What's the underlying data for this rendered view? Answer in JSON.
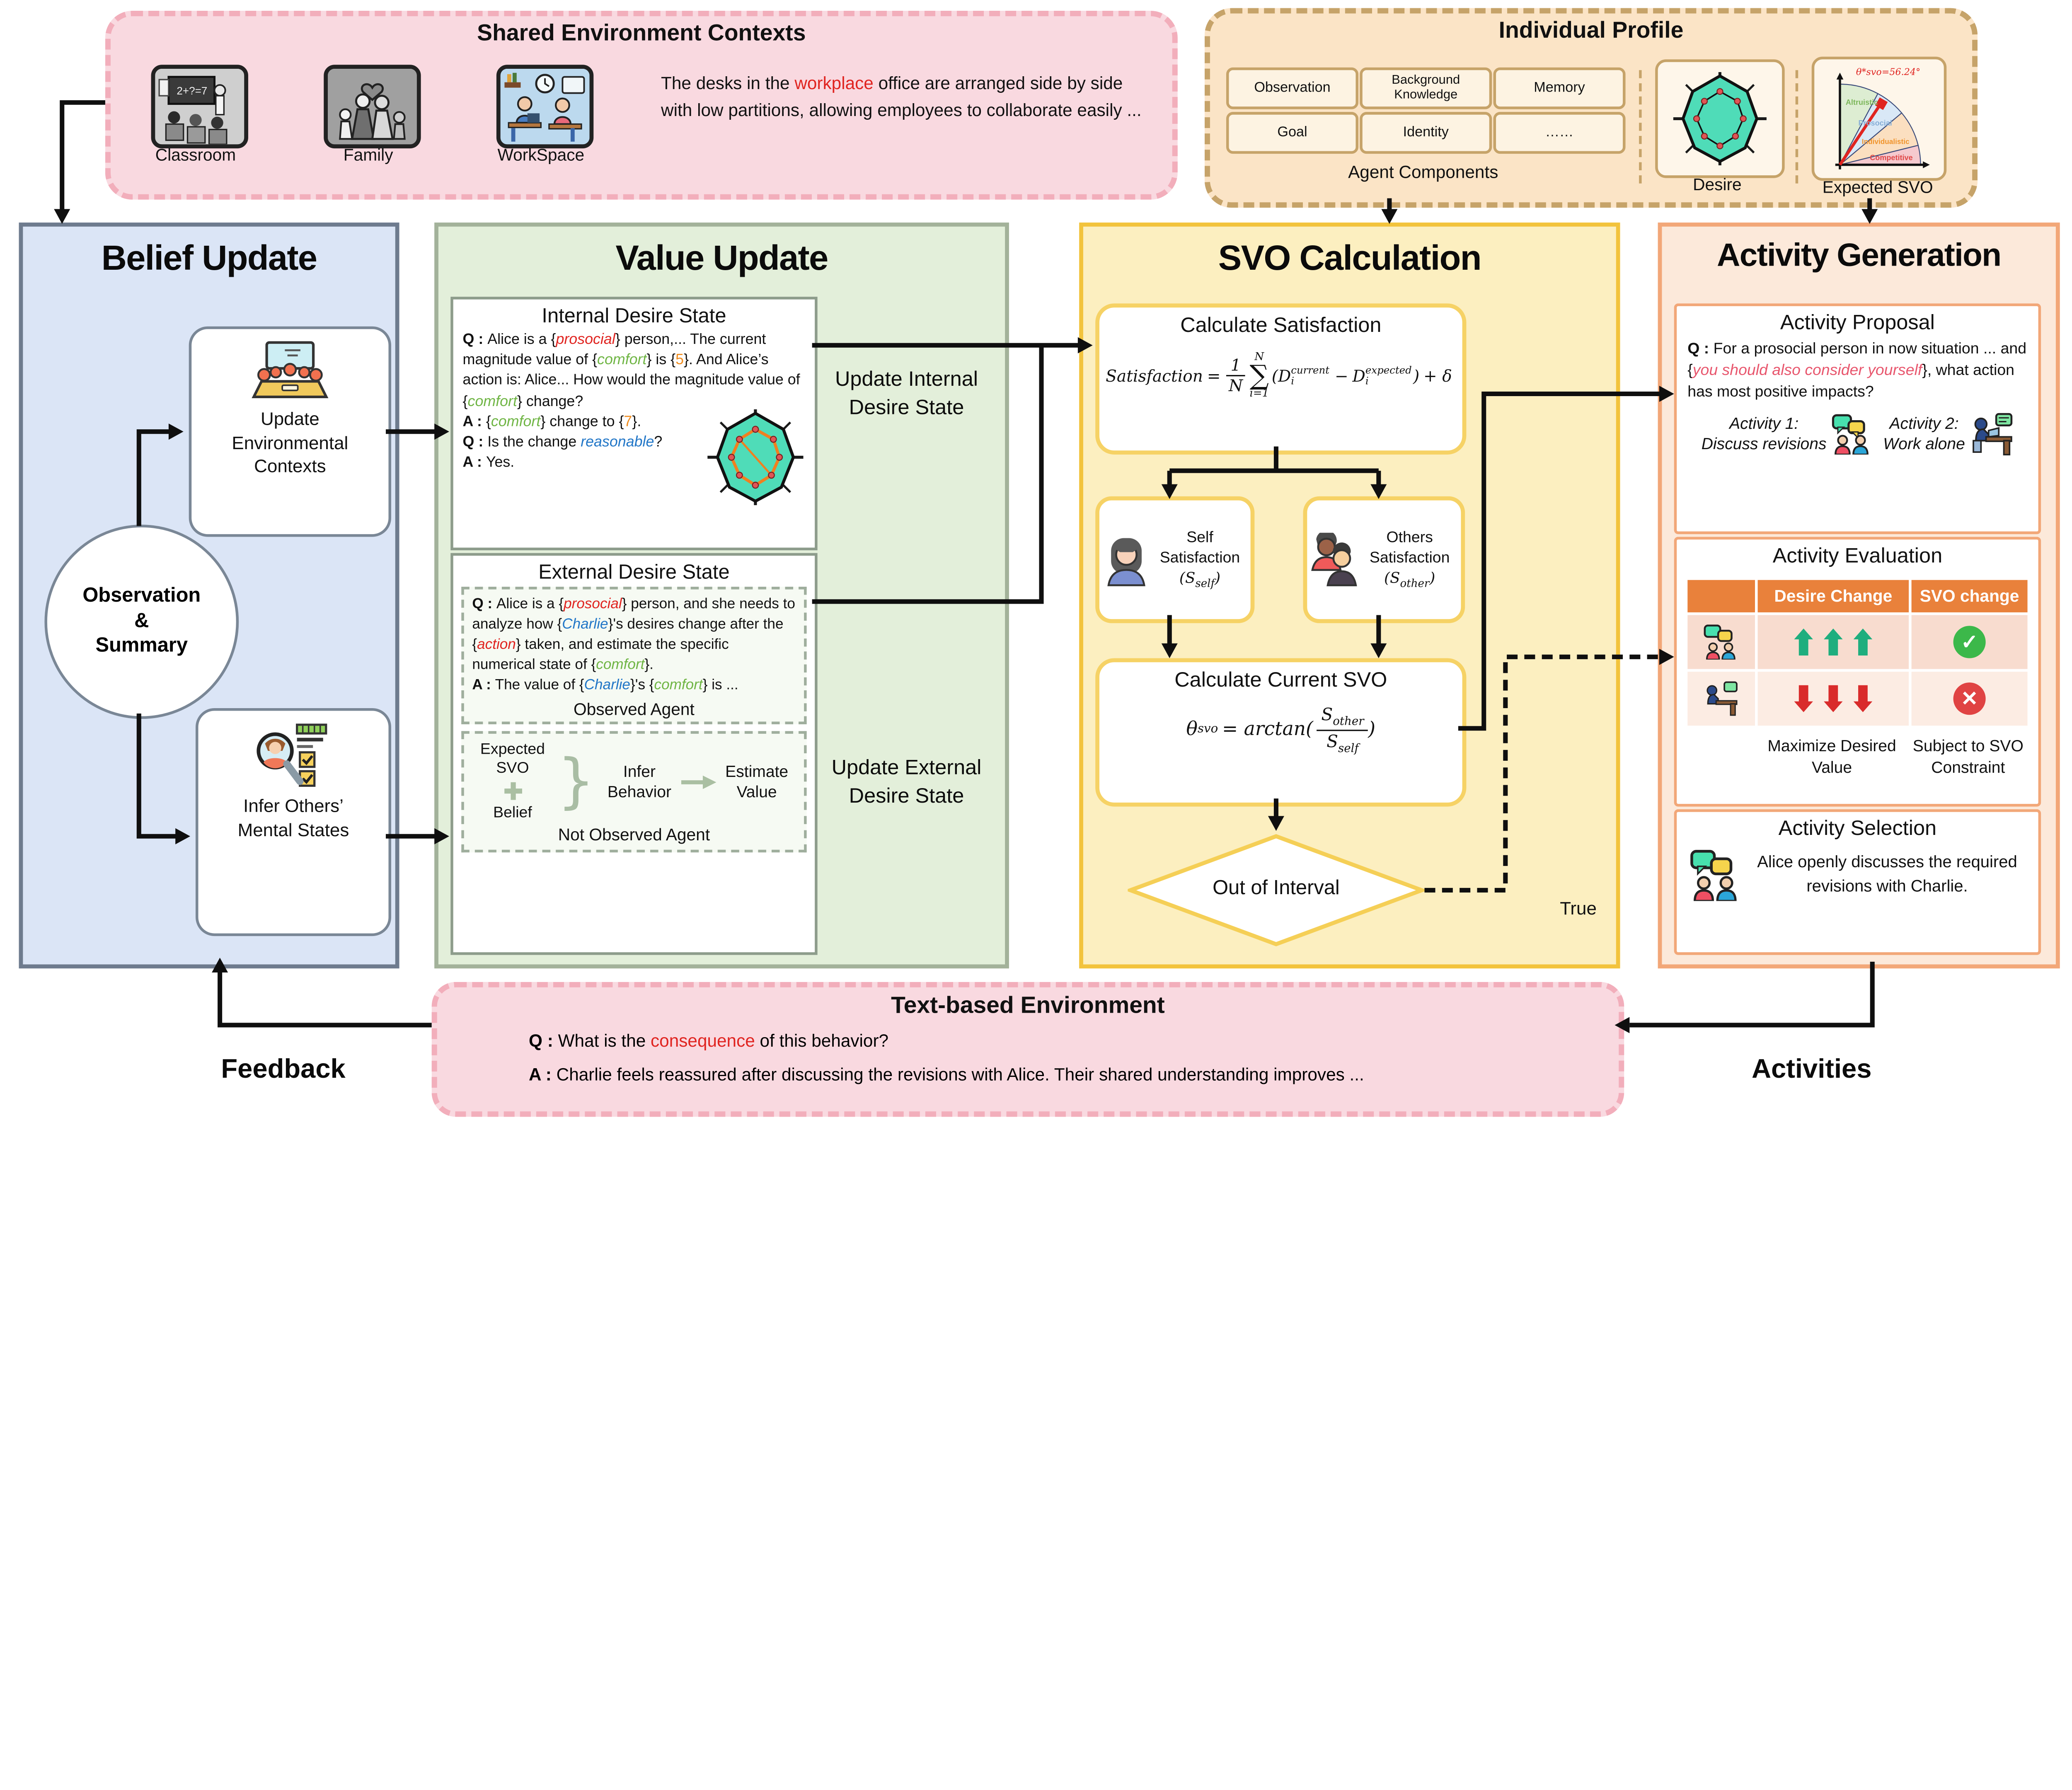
{
  "top": {
    "shared_env": {
      "title": "Shared Environment Contexts",
      "items": [
        {
          "label": "Classroom"
        },
        {
          "label": "Family"
        },
        {
          "label": "WorkSpace"
        }
      ],
      "description": [
        {
          "t": "The desks in the "
        },
        {
          "t": "workplace",
          "c": "red"
        },
        {
          "t": " office are arranged side by side with low partitions, allowing employees to collaborate easily ..."
        }
      ]
    },
    "individual_profile": {
      "title": "Individual Profile",
      "components": [
        "Observation",
        "Background Knowledge",
        "Memory",
        "Goal",
        "Identity",
        "……"
      ],
      "components_label": "Agent Components",
      "desire_label": "Desire",
      "svo_label": "Expected SVO",
      "theta_label": "θ*svo=56.24°",
      "sectors": [
        "Altruistic",
        "Prosocial",
        "Individualistic",
        "Competitive"
      ]
    }
  },
  "belief": {
    "title": "Belief Update",
    "box1_label": "Update Environmental Contexts",
    "circle_lines": [
      "Observation",
      "&",
      "Summary"
    ],
    "box2_label": "Infer Others’ Mental States"
  },
  "value": {
    "title": "Value Update",
    "update_internal": "Update Internal Desire State",
    "update_external": "Update External Desire State",
    "internal": {
      "title": "Internal Desire State",
      "q1": [
        {
          "t": "Q : ",
          "c": "b"
        },
        {
          "t": "Alice is a {"
        },
        {
          "t": "prosocial",
          "c": "red it"
        },
        {
          "t": "} person,... The current magnitude value  of {"
        },
        {
          "t": "comfort",
          "c": "green it"
        },
        {
          "t": "} is {"
        },
        {
          "t": "5",
          "c": "orange"
        },
        {
          "t": "}. And Alice’s action is: Alice... How would the magnitude value of {"
        },
        {
          "t": "comfort",
          "c": "green it"
        },
        {
          "t": "} change?"
        }
      ],
      "a1": [
        {
          "t": "A : ",
          "c": "b"
        },
        {
          "t": "{"
        },
        {
          "t": "comfort",
          "c": "green it"
        },
        {
          "t": "} change to {"
        },
        {
          "t": "7",
          "c": "orange"
        },
        {
          "t": "}."
        }
      ],
      "q2": [
        {
          "t": "Q : ",
          "c": "b"
        },
        {
          "t": "Is the change "
        },
        {
          "t": "reasonable",
          "c": "blue it"
        },
        {
          "t": "?"
        }
      ],
      "a2": [
        {
          "t": "A : ",
          "c": "b"
        },
        {
          "t": "Yes."
        }
      ]
    },
    "external": {
      "title": "External Desire State",
      "observed": {
        "q": [
          {
            "t": "Q : ",
            "c": "b"
          },
          {
            "t": "Alice is a {"
          },
          {
            "t": "prosocial",
            "c": "red it"
          },
          {
            "t": "} person, and she needs to analyze how {"
          },
          {
            "t": "Charlie",
            "c": "blue it"
          },
          {
            "t": "}'s desires change after the {"
          },
          {
            "t": "action",
            "c": "red it"
          },
          {
            "t": "} taken, and estimate the specific numerical state of {"
          },
          {
            "t": "comfort",
            "c": "green it"
          },
          {
            "t": "}."
          }
        ],
        "a": [
          {
            "t": "A : ",
            "c": "b"
          },
          {
            "t": "The value of {"
          },
          {
            "t": "Charlie",
            "c": "blue it"
          },
          {
            "t": "}'s {"
          },
          {
            "t": "comfort",
            "c": "green it"
          },
          {
            "t": "}  is ..."
          }
        ],
        "label": "Observed Agent"
      },
      "not_observed": {
        "expected_svo": "Expected SVO",
        "belief": "Belief",
        "brace": "}",
        "infer": "Infer Behavior",
        "estimate": "Estimate Value",
        "label": "Not Observed Agent"
      }
    }
  },
  "svo": {
    "title": "SVO Calculation",
    "satisfaction": {
      "title": "Calculate Satisfaction",
      "f": {
        "lhs": "Satisfaction",
        "eq": "=",
        "num": "1",
        "den": "N",
        "sum": "∑",
        "sum_sup": "N",
        "sum_sub": "i=1",
        "open": "(",
        "d1": "D",
        "d1_sup": "current",
        "d1_sub": "i",
        "minus": "−",
        "d2": "D",
        "d2_sup": "expected",
        "d2_sub": "i",
        "close": ")",
        "tail": "+ δ"
      }
    },
    "self": {
      "line1": "Self",
      "line2": "Satisfaction",
      "pre": "(S",
      "sub": "self",
      "post": ")"
    },
    "others": {
      "line1": "Others",
      "line2": "Satisfaction",
      "pre": "(S",
      "sub": "other",
      "post": ")"
    },
    "current": {
      "title": "Calculate Current SVO",
      "f": {
        "theta": "θ",
        "theta_sub": "svo",
        "mid": "= arctan(",
        "num_s": "S",
        "num_sub": "other",
        "den_s": "S",
        "den_sub": "self",
        "close": ")"
      }
    },
    "diamond_label": "Out of Interval",
    "true_label": "True"
  },
  "activity": {
    "title": "Activity Generation",
    "proposal": {
      "title": "Activity Proposal",
      "q": [
        {
          "t": "Q : ",
          "c": "b"
        },
        {
          "t": "For a prosocial person in now situation ... and {"
        },
        {
          "t": "you should also consider yourself",
          "c": "pink it"
        },
        {
          "t": "}, what action has most positive impacts?"
        }
      ],
      "a1_line1": "Activity 1:",
      "a1_line2": "Discuss revisions",
      "a2_line1": "Activity 2:",
      "a2_line2": "Work alone"
    },
    "evaluation": {
      "title": "Activity Evaluation",
      "col_desire": "Desire Change",
      "col_svo": "SVO change",
      "cap1": "Maximize Desired Value",
      "cap2": "Subject to SVO Constraint"
    },
    "selection": {
      "title": "Activity Selection",
      "text": "Alice openly discusses the required revisions with Charlie."
    }
  },
  "bottom": {
    "env": {
      "title": "Text-based Environment",
      "q": [
        {
          "t": "Q : ",
          "c": "b"
        },
        {
          "t": "What is the "
        },
        {
          "t": "consequence",
          "c": "red"
        },
        {
          "t": " of this behavior?"
        }
      ],
      "a": [
        {
          "t": "A : ",
          "c": "b"
        },
        {
          "t": "Charlie feels reassured after discussing the revisions with Alice. Their shared understanding improves ..."
        }
      ]
    },
    "feedback": "Feedback",
    "activities": "Activities"
  }
}
